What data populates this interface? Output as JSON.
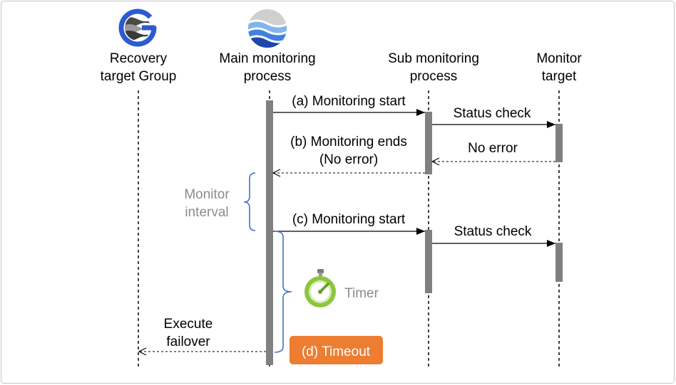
{
  "participants": [
    {
      "label_lines": [
        "Recovery",
        "target Group"
      ],
      "icon": "g-logo-icon"
    },
    {
      "label_lines": [
        "Main monitoring",
        "process"
      ],
      "icon": "waves-logo-icon"
    },
    {
      "label_lines": [
        "Sub monitoring",
        "process"
      ]
    },
    {
      "label_lines": [
        "Monitor",
        "target"
      ]
    }
  ],
  "messages": [
    {
      "from": 1,
      "to": 2,
      "label_lines": [
        "(a) Monitoring start"
      ],
      "dashed": false
    },
    {
      "from": 2,
      "to": 3,
      "label_lines": [
        "Status check"
      ],
      "dashed": false
    },
    {
      "from": 3,
      "to": 2,
      "label_lines": [
        "No error"
      ],
      "dashed": true
    },
    {
      "from": 2,
      "to": 1,
      "label_lines": [
        "(b) Monitoring ends",
        "(No error)"
      ],
      "dashed": true
    },
    {
      "from": 1,
      "to": 2,
      "label_lines": [
        "(c) Monitoring start"
      ],
      "dashed": false
    },
    {
      "from": 2,
      "to": 3,
      "label_lines": [
        "Status check"
      ],
      "dashed": false
    },
    {
      "from": 1,
      "to": 0,
      "label_lines": [
        "Execute",
        "failover"
      ],
      "dashed": true
    }
  ],
  "monitor_interval": {
    "label_lines": [
      "Monitor",
      "interval"
    ]
  },
  "timer": {
    "label": "Timer",
    "icon": "stopwatch-icon"
  },
  "timeout": {
    "label": "(d) Timeout"
  },
  "colors": {
    "brace": "#4472C4",
    "timeout_box": "#ED7D31",
    "annotation_text": "#8C8C8C",
    "timer": "#8CC63F",
    "activation_bar": "#808080"
  }
}
